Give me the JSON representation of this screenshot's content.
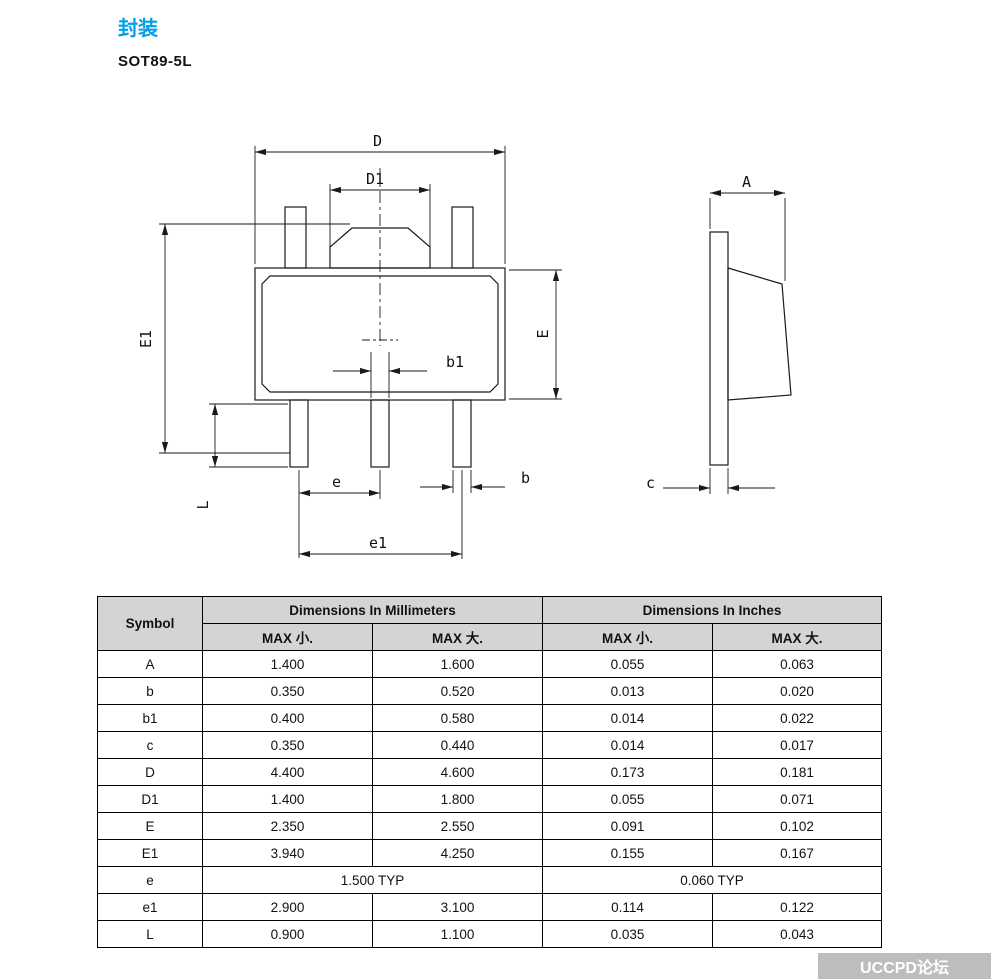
{
  "page": {
    "title": "封装",
    "subtitle": "SOT89-5L",
    "watermark": "UCCPD论坛"
  },
  "drawing": {
    "labels": {
      "D": "D",
      "D1": "D1",
      "E": "E",
      "E1": "E1",
      "L": "L",
      "b": "b",
      "b1": "b1",
      "e": "e",
      "e1": "e1",
      "A": "A",
      "c": "c"
    }
  },
  "table": {
    "header": {
      "symbol": "Symbol",
      "mm": "Dimensions In Millimeters",
      "inch": "Dimensions In Inches",
      "min": "MAX 小.",
      "max": "MAX 大."
    },
    "rows": [
      {
        "symbol": "A",
        "mm_min": "1.400",
        "mm_max": "1.600",
        "in_min": "0.055",
        "in_max": "0.063"
      },
      {
        "symbol": "b",
        "mm_min": "0.350",
        "mm_max": "0.520",
        "in_min": "0.013",
        "in_max": "0.020"
      },
      {
        "symbol": "b1",
        "mm_min": "0.400",
        "mm_max": "0.580",
        "in_min": "0.014",
        "in_max": "0.022"
      },
      {
        "symbol": "c",
        "mm_min": "0.350",
        "mm_max": "0.440",
        "in_min": "0.014",
        "in_max": "0.017"
      },
      {
        "symbol": "D",
        "mm_min": "4.400",
        "mm_max": "4.600",
        "in_min": "0.173",
        "in_max": "0.181"
      },
      {
        "symbol": "D1",
        "mm_min": "1.400",
        "mm_max": "1.800",
        "in_min": "0.055",
        "in_max": "0.071"
      },
      {
        "symbol": "E",
        "mm_min": "2.350",
        "mm_max": "2.550",
        "in_min": "0.091",
        "in_max": "0.102"
      },
      {
        "symbol": "E1",
        "mm_min": "3.940",
        "mm_max": "4.250",
        "in_min": "0.155",
        "in_max": "0.167"
      },
      {
        "symbol": "e",
        "mm_typ": "1.500 TYP",
        "in_typ": "0.060 TYP"
      },
      {
        "symbol": "e1",
        "mm_min": "2.900",
        "mm_max": "3.100",
        "in_min": "0.114",
        "in_max": "0.122"
      },
      {
        "symbol": "L",
        "mm_min": "0.900",
        "mm_max": "1.100",
        "in_min": "0.035",
        "in_max": "0.043"
      }
    ]
  }
}
